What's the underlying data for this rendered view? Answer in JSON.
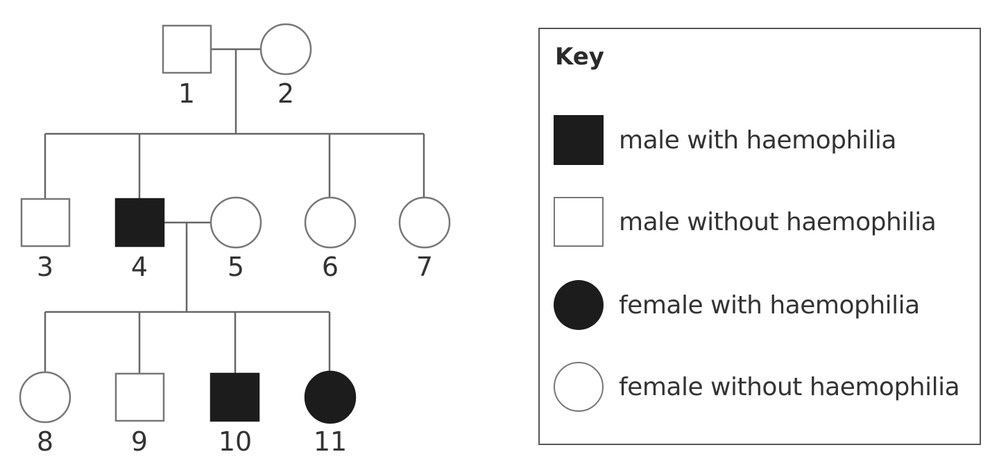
{
  "pedigree": {
    "trait": "haemophilia",
    "individuals": [
      {
        "id": "1",
        "label": "1",
        "sex": "male",
        "affected": false,
        "generation": 1
      },
      {
        "id": "2",
        "label": "2",
        "sex": "female",
        "affected": false,
        "generation": 1
      },
      {
        "id": "3",
        "label": "3",
        "sex": "male",
        "affected": false,
        "generation": 2
      },
      {
        "id": "4",
        "label": "4",
        "sex": "male",
        "affected": true,
        "generation": 2
      },
      {
        "id": "5",
        "label": "5",
        "sex": "female",
        "affected": false,
        "generation": 2
      },
      {
        "id": "6",
        "label": "6",
        "sex": "female",
        "affected": false,
        "generation": 2
      },
      {
        "id": "7",
        "label": "7",
        "sex": "female",
        "affected": false,
        "generation": 2
      },
      {
        "id": "8",
        "label": "8",
        "sex": "female",
        "affected": false,
        "generation": 3
      },
      {
        "id": "9",
        "label": "9",
        "sex": "male",
        "affected": false,
        "generation": 3
      },
      {
        "id": "10",
        "label": "10",
        "sex": "male",
        "affected": true,
        "generation": 3
      },
      {
        "id": "11",
        "label": "11",
        "sex": "female",
        "affected": true,
        "generation": 3
      }
    ],
    "couples": [
      {
        "partners": [
          "1",
          "2"
        ],
        "children": [
          "3",
          "4",
          "6",
          "7"
        ]
      },
      {
        "partners": [
          "4",
          "5"
        ],
        "children": [
          "8",
          "9",
          "10",
          "11"
        ]
      }
    ]
  },
  "key": {
    "title": "Key",
    "items": [
      {
        "symbol": "filled-square",
        "label": "male with haemophilia"
      },
      {
        "symbol": "empty-square",
        "label": "male without haemophilia"
      },
      {
        "symbol": "filled-circle",
        "label": "female with haemophilia"
      },
      {
        "symbol": "empty-circle",
        "label": "female without haemophilia"
      }
    ]
  },
  "colors": {
    "affected_fill": "#1c1c1c",
    "unaffected_fill": "#ffffff",
    "line": "#555555"
  }
}
